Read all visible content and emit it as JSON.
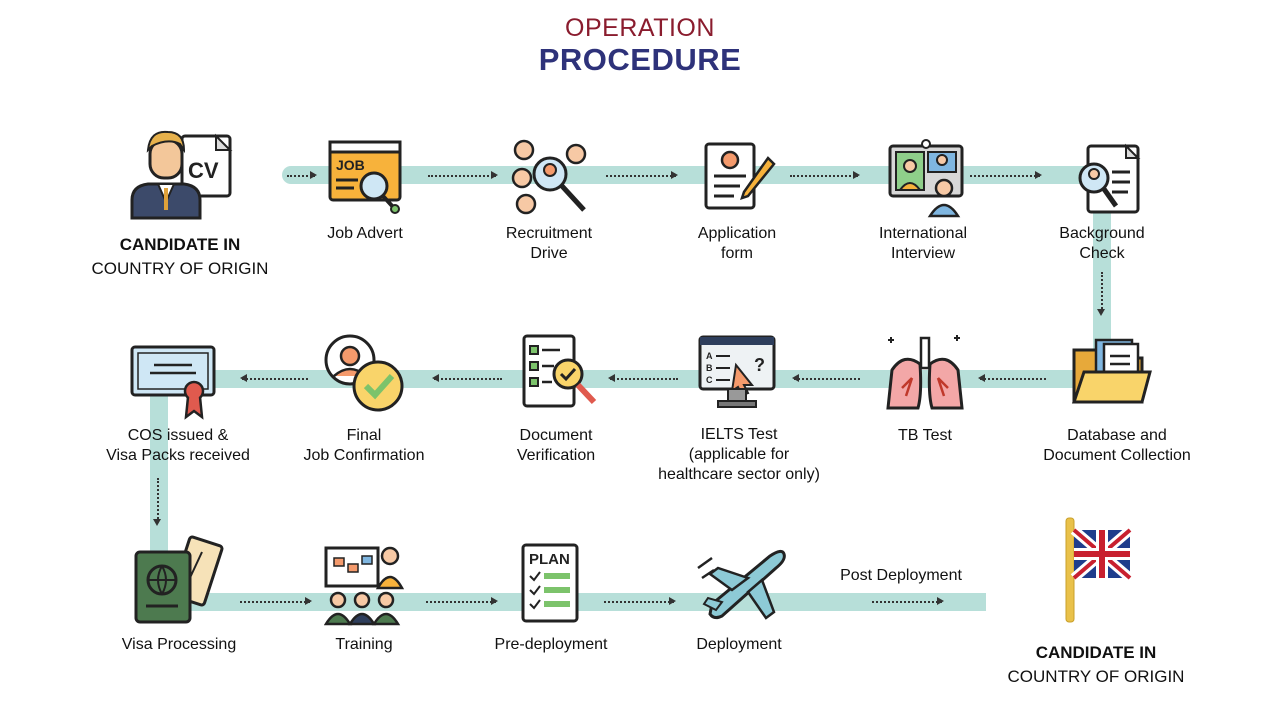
{
  "header": {
    "line1": "OPERATION",
    "line2": "PROCEDURE"
  },
  "start": {
    "line1": "CANDIDATE IN",
    "line2": "COUNTRY OF ORIGIN",
    "icon": "candidate-cv-icon"
  },
  "end": {
    "line1": "CANDIDATE IN",
    "line2": "COUNTRY OF ORIGIN",
    "icon": "uk-flag-icon"
  },
  "post_deployment": "Post Deployment",
  "steps": [
    {
      "l1": "Job Advert",
      "l2": "",
      "icon": "job-advert-icon"
    },
    {
      "l1": "Recruitment",
      "l2": "Drive",
      "icon": "recruitment-search-icon"
    },
    {
      "l1": "Application",
      "l2": "form",
      "icon": "application-form-icon"
    },
    {
      "l1": "International",
      "l2": "Interview",
      "icon": "video-interview-icon"
    },
    {
      "l1": "Background",
      "l2": "Check",
      "icon": "background-check-icon"
    },
    {
      "l1": "Database and",
      "l2": "Document Collection",
      "icon": "folder-icon"
    },
    {
      "l1": "TB Test",
      "l2": "",
      "icon": "lungs-icon"
    },
    {
      "l1": "IELTS Test",
      "l2": "(applicable for",
      "l3": "healthcare sector only)",
      "icon": "computer-test-icon"
    },
    {
      "l1": "Document",
      "l2": "Verification",
      "icon": "document-check-icon"
    },
    {
      "l1": "Final",
      "l2": "Job Confirmation",
      "icon": "job-confirmation-icon"
    },
    {
      "l1": "COS issued &",
      "l2": "Visa Packs received",
      "icon": "certificate-icon"
    },
    {
      "l1": "Visa Processing",
      "l2": "",
      "icon": "passport-icon"
    },
    {
      "l1": "Training",
      "l2": "",
      "icon": "training-icon"
    },
    {
      "l1": "Pre-deployment",
      "l2": "",
      "icon": "plan-checklist-icon"
    },
    {
      "l1": "Deployment",
      "l2": "",
      "icon": "airplane-icon"
    }
  ],
  "colors": {
    "band": "#b7dfd9",
    "title_top": "#8a1c2e",
    "title_bottom": "#2e327a",
    "accent_orange": "#f7b23b"
  }
}
